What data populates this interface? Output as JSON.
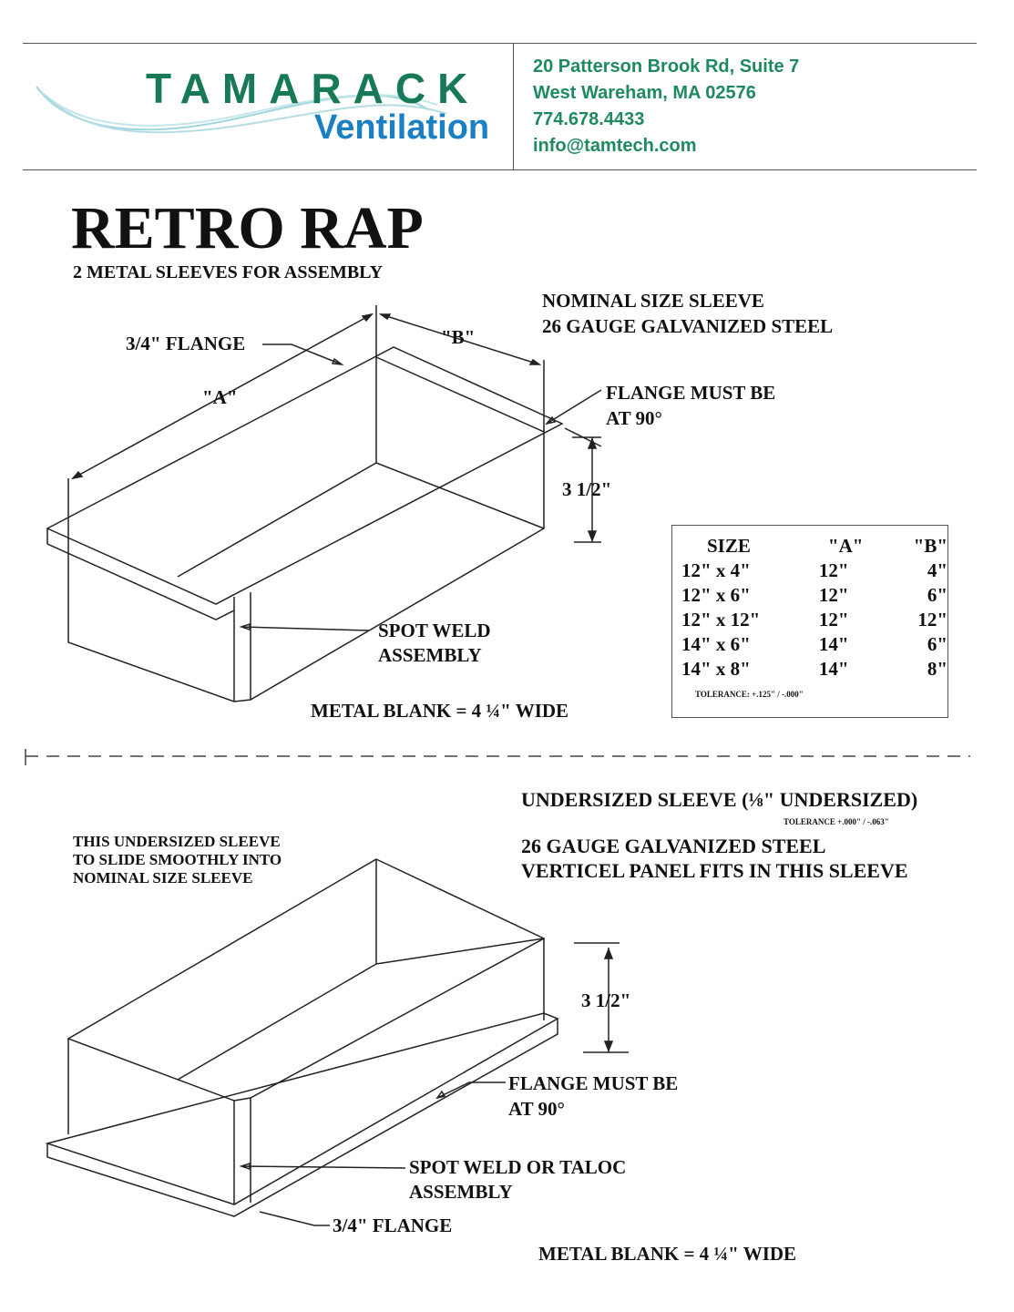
{
  "header": {
    "logo": {
      "brand": "TAMARACK",
      "sub": "Ventilation"
    },
    "contact": [
      "20 Patterson Brook Rd, Suite 7",
      "West Wareham, MA 02576",
      "774.678.4433",
      "info@tamtech.com"
    ],
    "brand_green": "#177a55",
    "brand_blue": "#1b7fc4"
  },
  "title": "RETRO RAP",
  "subtitle": "2 METAL SLEEVES FOR ASSEMBLY",
  "nominal": {
    "heading1": "NOMINAL SIZE SLEEVE",
    "heading2": "26 GAUGE GALVANIZED STEEL",
    "flange_label": "3/4\" FLANGE",
    "dim_a": "\"A\"",
    "dim_b": "\"B\"",
    "flange_note1": "FLANGE MUST BE",
    "flange_note2": "AT 90°",
    "height": "3 1/2\"",
    "weld1": "SPOT WELD",
    "weld2": "ASSEMBLY",
    "blank": "METAL BLANK = 4 ¼\" WIDE"
  },
  "size_table": {
    "headers": [
      "SIZE",
      "\"A\"",
      "\"B\""
    ],
    "rows": [
      [
        "12\" x 4\"",
        "12\"",
        "4\""
      ],
      [
        "12\" x 6\"",
        "12\"",
        "6\""
      ],
      [
        "12\" x 12\"",
        "12\"",
        "12\""
      ],
      [
        "14\" x 6\"",
        "14\"",
        "6\""
      ],
      [
        "14\" x 8\"",
        "14\"",
        "8\""
      ]
    ],
    "tolerance": "TOLERANCE: +.125\" / -.000\""
  },
  "undersized": {
    "heading": "UNDERSIZED SLEEVE (⅛\" UNDERSIZED)",
    "tolerance": "TOLERANCE +.000\" / -.063\"",
    "heading2": "26 GAUGE GALVANIZED STEEL",
    "heading3": "VERTICEL PANEL FITS IN THIS SLEEVE",
    "note": [
      "THIS UNDERSIZED SLEEVE",
      "TO SLIDE SMOOTHLY INTO",
      "NOMINAL SIZE SLEEVE"
    ],
    "height": "3 1/2\"",
    "flange_note1": "FLANGE MUST BE",
    "flange_note2": "AT 90°",
    "weld1": "SPOT WELD OR TALOC",
    "weld2": "ASSEMBLY",
    "flange_label": "3/4\" FLANGE",
    "blank": "METAL BLANK = 4 ¼\" WIDE"
  }
}
